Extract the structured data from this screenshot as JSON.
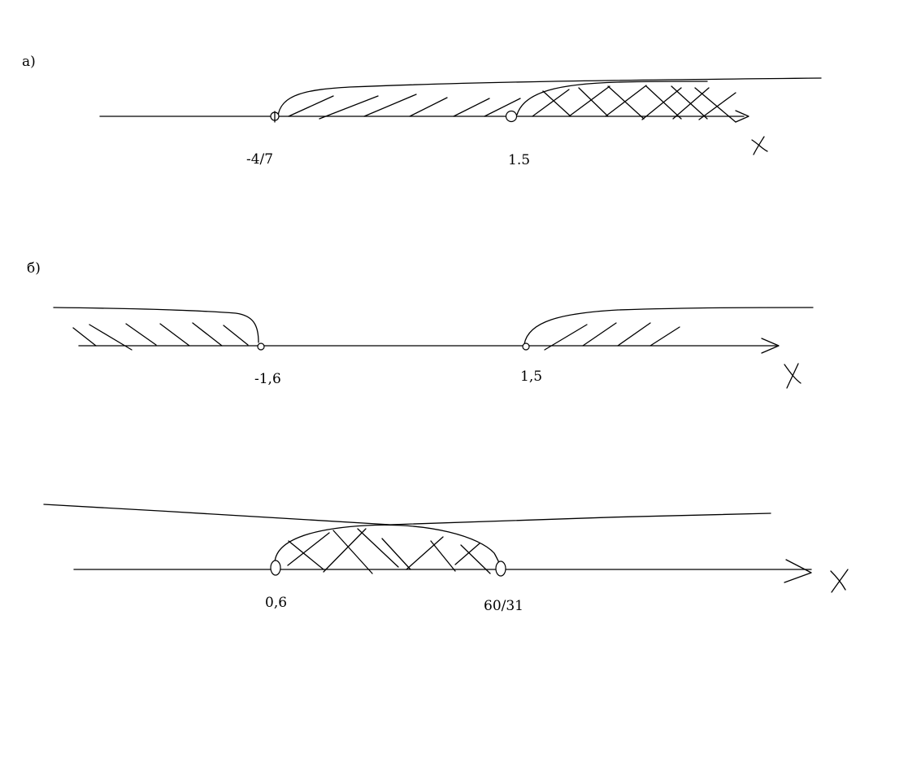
{
  "panels": [
    {
      "id": "a",
      "label": "а)",
      "axis_variable": "x",
      "points": [
        {
          "value": "-4/7",
          "included": false
        },
        {
          "value": "1.5",
          "included": false
        }
      ]
    },
    {
      "id": "b",
      "label": "б)",
      "axis_variable": "x",
      "points": [
        {
          "value": "-1,6",
          "included": false
        },
        {
          "value": "1,5",
          "included": false
        }
      ]
    },
    {
      "id": "c",
      "label": "",
      "axis_variable": "x",
      "points": [
        {
          "value": "0,6",
          "included": false
        },
        {
          "value": "60/31",
          "included": false
        }
      ]
    }
  ]
}
